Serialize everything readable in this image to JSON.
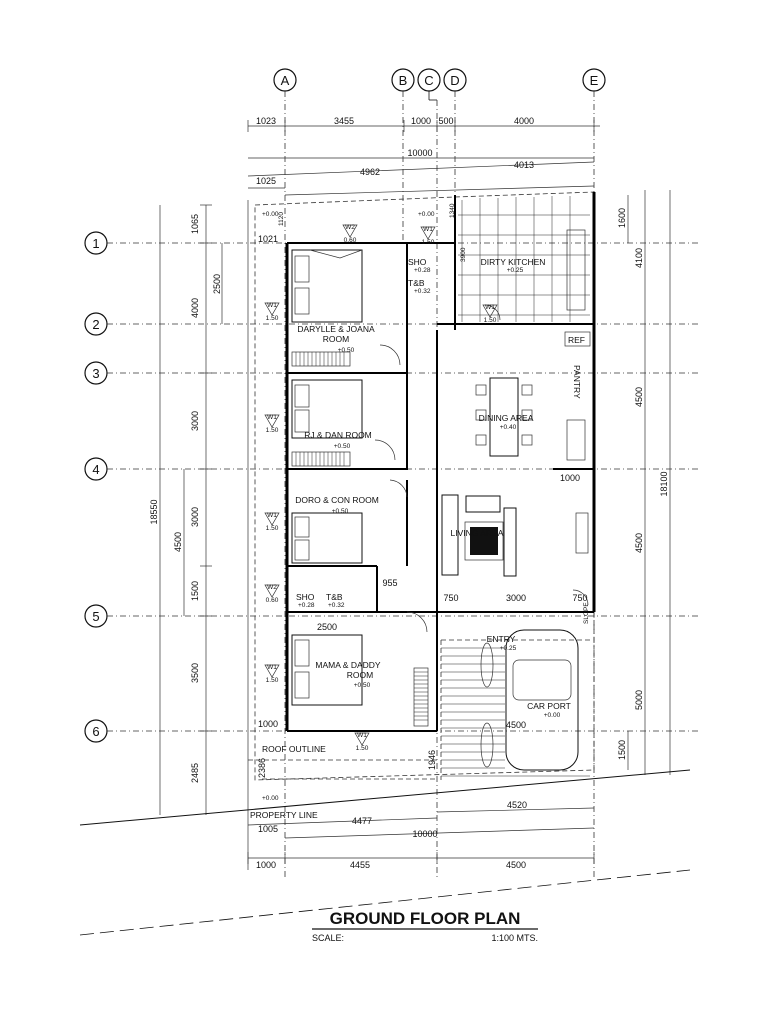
{
  "title": "GROUND FLOOR PLAN",
  "scale_label": "SCALE:",
  "scale_value": "1:100  MTS.",
  "grid_cols": [
    "A",
    "B",
    "C",
    "D",
    "E"
  ],
  "grid_rows": [
    "1",
    "2",
    "3",
    "4",
    "5",
    "6"
  ],
  "dims_top": {
    "row1": [
      "1023",
      "3455",
      "1000",
      "500",
      "4000"
    ],
    "row2": "10000",
    "row3a": "4962",
    "row3b": "4013",
    "row4": "1025"
  },
  "dims_bottom": {
    "row1": [
      "1005",
      "4477"
    ],
    "row1b": "4520",
    "row2": "10000",
    "row3": [
      "1000",
      "4455",
      "4500"
    ]
  },
  "dims_left": {
    "total": "18550",
    "a": [
      "1065",
      "4000",
      "3000",
      "3000",
      "1500",
      "3500",
      "2485"
    ],
    "b": [
      "2500",
      "4500"
    ],
    "c": "2386",
    "d": "1946"
  },
  "dims_right": {
    "total": "18100",
    "a": [
      "1600",
      "4100",
      "4500",
      "4500",
      "5000",
      "1500"
    ]
  },
  "inner_dims": {
    "d1021": "1021",
    "d1120": "1120",
    "d1340": "1340",
    "d3900": "3900",
    "d955": "955",
    "d2500": "2500",
    "d750a": "750",
    "d3000": "3000",
    "d750b": "750",
    "d1000a": "1000",
    "d1000b": "1000",
    "d4500": "4500"
  },
  "rooms": {
    "r1_name": "DARYLLE & JOANA",
    "r1_name2": "ROOM",
    "r1_lvl": "+0.50",
    "r2_name": "RJ & DAN ROOM",
    "r2_lvl": "+0.50",
    "r3_name": "DORO & CON ROOM",
    "r3_lvl": "+0.50",
    "r4_name": "MAMA & DADDY",
    "r4_name2": "ROOM",
    "r4_lvl": "+0.50",
    "sho1": "SHO",
    "sho1_lvl": "+0.28",
    "tb1": "T&B",
    "tb1_lvl": "+0.32",
    "sho2": "SHO",
    "sho2_lvl": "+0.28",
    "tb2": "T&B",
    "tb2_lvl": "+0.32",
    "dirty": "DIRTY KITCHEN",
    "dirty_lvl": "+0.25",
    "ref": "REF",
    "pantry": "PANTRY",
    "dining": "DINING AREA",
    "dining_lvl": "+0.40",
    "living": "LIVING AREA",
    "entry": "ENTRY",
    "entry_lvl": "+0.25",
    "carport": "CAR PORT",
    "carport_lvl": "+0.00",
    "roof": "ROOF OUTLINE",
    "prop": "PROPERTY LINE",
    "lvl_00a": "+0.00",
    "lvl_00b": "+0.00",
    "lvl_00c": "+0.00",
    "slope": "SLOPE"
  },
  "window_tags": [
    "W1",
    "W2",
    "W1",
    "W1",
    "W1",
    "W1",
    "W2",
    "W1",
    "W1"
  ],
  "window_sizes": [
    "1.50",
    "0.60",
    "1.50",
    "1.50",
    "1.50",
    "1.50",
    "0.60",
    "1.50",
    "1.50"
  ]
}
